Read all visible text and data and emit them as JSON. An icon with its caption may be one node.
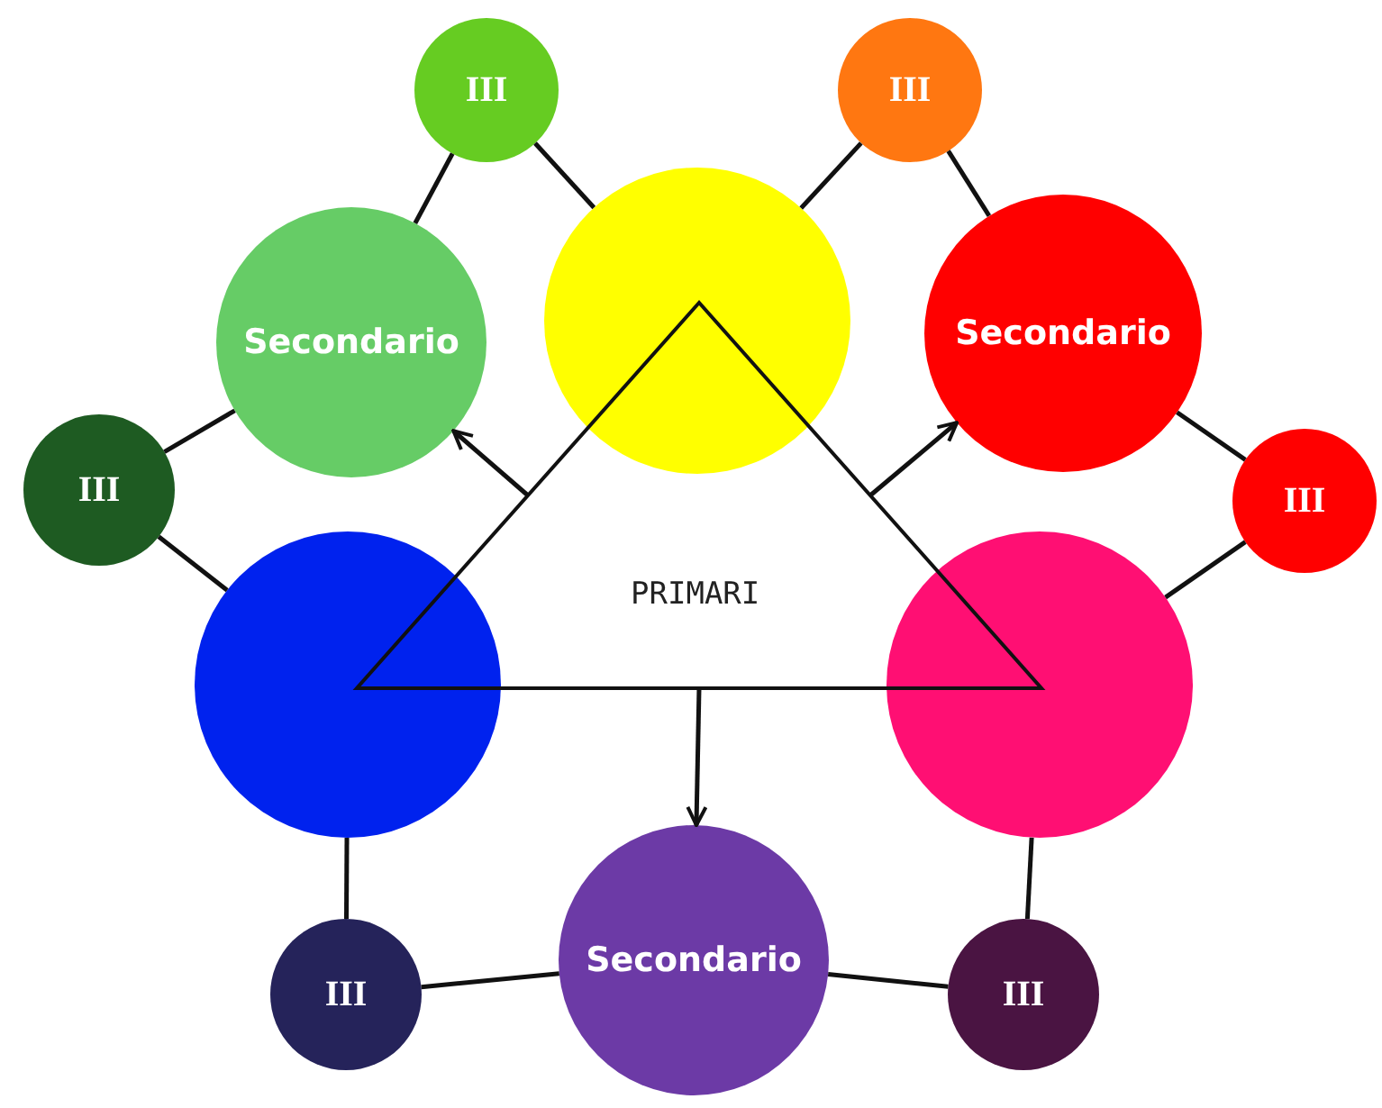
{
  "diagram": {
    "nodes": [
      {
        "text": [
          "III"
        ]
      },
      {
        "text": [
          "III"
        ]
      },
      {
        "text": [
          "Secondario"
        ]
      },
      {
        "text": [],
        "shape": "circle"
      },
      {
        "text": [
          "Secondario"
        ]
      },
      {
        "text": [
          "III"
        ]
      },
      {
        "text": [
          "III"
        ]
      },
      {
        "text": [
          "PRIMARI"
        ]
      },
      {
        "text": [],
        "shape": "circle"
      },
      {
        "text": [],
        "shape": "circle"
      },
      {
        "text": [
          "III"
        ]
      },
      {
        "text": [
          "Secondario"
        ]
      },
      {
        "text": [
          "III"
        ]
      }
    ],
    "edges": [
      {
        "from": 0,
        "to": 2,
        "arrow": "none"
      },
      {
        "from": 0,
        "to": 3,
        "arrow": "none"
      },
      {
        "from": 1,
        "to": 3,
        "arrow": "none"
      },
      {
        "from": 1,
        "to": 4,
        "arrow": "none"
      },
      {
        "from": 5,
        "to": 2,
        "arrow": "none"
      },
      {
        "from": 5,
        "to": 8,
        "arrow": "none"
      },
      {
        "from": 6,
        "to": 4,
        "arrow": "none"
      },
      {
        "from": 6,
        "to": 9,
        "arrow": "none"
      },
      {
        "from": 8,
        "to": 10,
        "arrow": "none"
      },
      {
        "from": 10,
        "to": 11,
        "arrow": "none"
      },
      {
        "from": 11,
        "to": 12,
        "arrow": "none"
      },
      {
        "from": 9,
        "to": 12,
        "arrow": "none"
      },
      {
        "from": 7,
        "to": 2,
        "arrow": "to"
      },
      {
        "from": 7,
        "to": 4,
        "arrow": "to"
      },
      {
        "from": 7,
        "to": 11,
        "arrow": "to"
      }
    ]
  }
}
